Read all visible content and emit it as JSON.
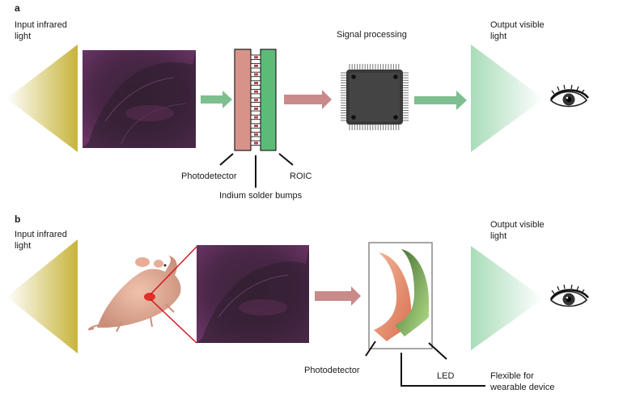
{
  "panel_a": {
    "letter": "a",
    "input_label": [
      "Input infrared",
      "light"
    ],
    "signal_processing_label": "Signal processing",
    "output_label": [
      "Output visible",
      "light"
    ],
    "photodetector_label": "Photodetector",
    "indium_label": "Indium solder bumps",
    "roic_label": "ROIC"
  },
  "panel_b": {
    "letter": "b",
    "input_label": [
      "Input infrared",
      "light"
    ],
    "output_label": [
      "Output visible",
      "light"
    ],
    "photodetector_label": "Photodetector",
    "led_label": "LED",
    "flexible_label": [
      "Flexible for",
      "wearable device"
    ]
  },
  "colors": {
    "infrared_cone": "#c8b43a",
    "visible_cone": "#bfe6cc",
    "tissue": "#5a2a52",
    "photodetector": "#d7938a",
    "roic": "#5dbb78",
    "green_arrow": "#7dbf8f",
    "red_arrow": "#c98a8a",
    "chip": "#3a3a3a"
  }
}
